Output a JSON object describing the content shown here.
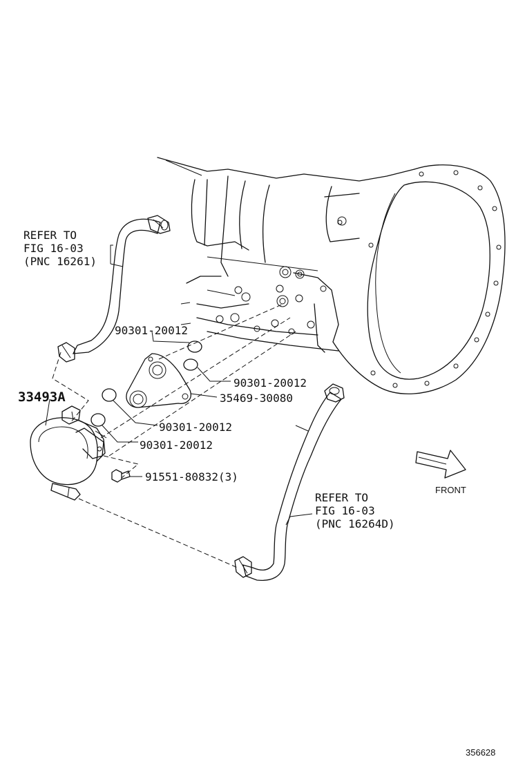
{
  "labels": {
    "refer_upper": [
      "REFER TO",
      "FIG 16-03",
      "(PNC 16261)"
    ],
    "refer_lower": [
      "REFER TO",
      "FIG 16-03",
      "(PNC 16264D)"
    ],
    "part_33493a": "33493A",
    "oring_top": "90301-20012",
    "oring_right": "90301-20012",
    "bracket": "35469-30080",
    "oring_mid": "90301-20012",
    "oring_low": "90301-20012",
    "bolt": "91551-80832(3)",
    "front": "FRONT",
    "diagram_id": "356628"
  }
}
